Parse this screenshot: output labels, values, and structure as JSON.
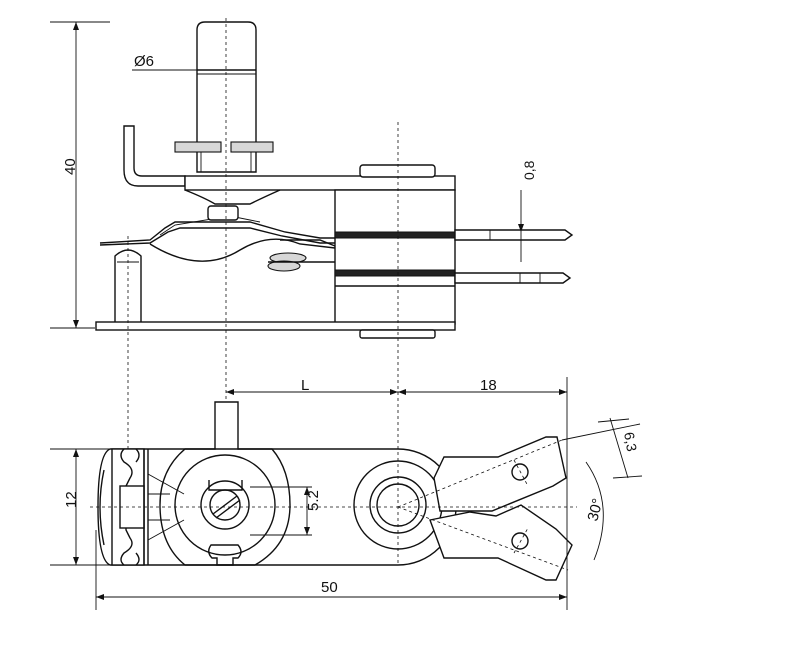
{
  "labels": {
    "shaft_diameter": "Ø6",
    "height": "40",
    "terminal_thickness": "0,8",
    "center_distance": "L",
    "terminal_length": "18",
    "terminal_width": "6,3",
    "terminal_angle": "30°",
    "slot_size": "5.2",
    "body_width": "12",
    "overall_length": "50"
  }
}
